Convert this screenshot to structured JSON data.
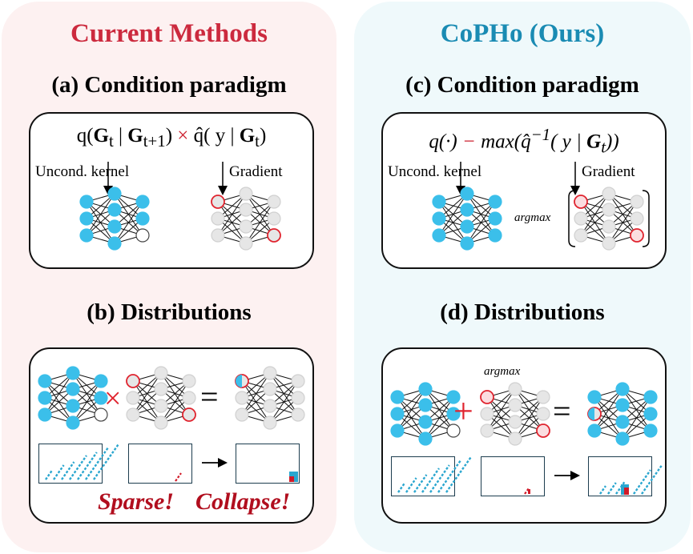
{
  "left": {
    "heading": "Current Methods",
    "condition_title": "(a) Condition paradigm",
    "formula": {
      "q": "q(",
      "g1": "G",
      "g1_sub": "t",
      "bar": " | ",
      "g2": "G",
      "g2_sub": "t+1",
      "close": ")",
      "times": " × ",
      "qhat": "q̂(",
      "y": " y | ",
      "g3": "G",
      "g3_sub": "t",
      "close2": ")"
    },
    "uncond_label": "Uncond. kernel",
    "gradient_label": "Gradient",
    "dist_title": "(b) Distributions",
    "op_times": "×",
    "op_equals": "=",
    "sparse": "Sparse!",
    "collapse": "Collapse!"
  },
  "right": {
    "heading": "CoPHo (Ours)",
    "condition_title": "(c) Condition paradigm",
    "formula": {
      "q": "q(·) ",
      "minus": "−",
      "max": " max(q̂",
      "sup": "−1",
      "rest": "( y | ",
      "g": "G",
      "g_sub": "t",
      "close": "))"
    },
    "uncond_label": "Uncond. kernel",
    "gradient_label": "Gradient",
    "argmax_label": "argmax",
    "dist_title": "(d) Distributions",
    "argmax_label2": "argmax",
    "op_plus": "+",
    "op_equals": "="
  },
  "colors": {
    "blue_node": "#3bbfea",
    "red_ring": "#e0242f",
    "gray_node": "#e6e6e6",
    "pattern": "#2aa6cf",
    "collapse_red": "#d11a28"
  }
}
